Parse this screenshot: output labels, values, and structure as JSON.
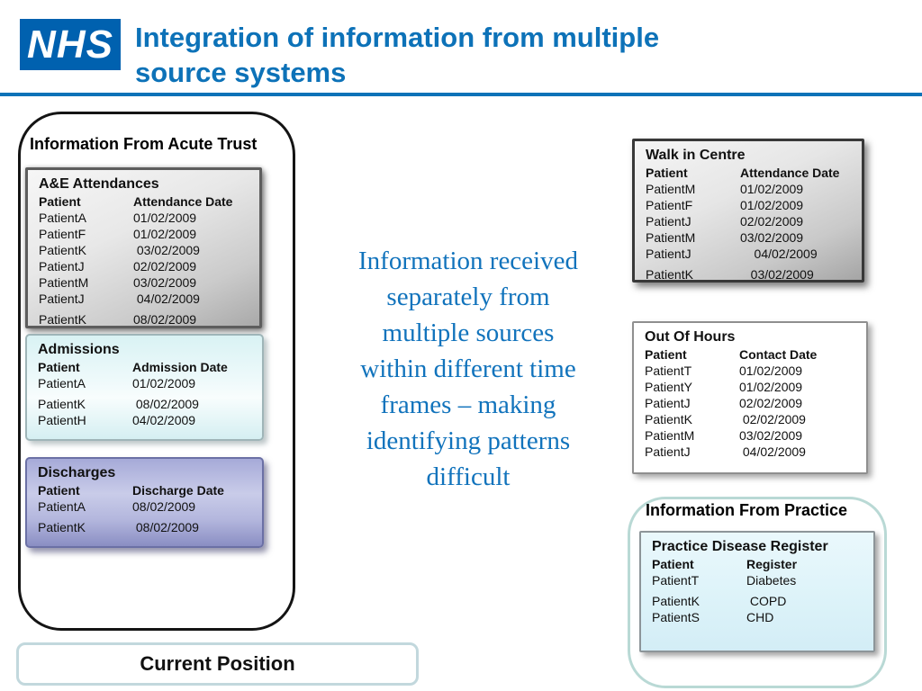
{
  "header": {
    "logo_text": "NHS",
    "title_lines": [
      "Integration of information from multiple",
      "source systems"
    ]
  },
  "acute_trust": {
    "title": "Information From Acute Trust",
    "ae_attendances": {
      "title": "A&E Attendances",
      "columns": [
        "Patient",
        "Attendance Date"
      ],
      "rows": [
        {
          "patient": "PatientA",
          "value": "01/02/2009"
        },
        {
          "patient": "PatientF",
          "value": "01/02/2009"
        },
        {
          "patient": "PatientK",
          "value": " 03/02/2009"
        },
        {
          "patient": "PatientJ",
          "value": "02/02/2009"
        },
        {
          "patient": "PatientM",
          "value": "03/02/2009"
        },
        {
          "patient": "PatientJ",
          "value": " 04/02/2009"
        },
        {
          "patient": "PatientK",
          "value": "08/02/2009",
          "gap": true
        }
      ]
    },
    "admissions": {
      "title": "Admissions",
      "columns": [
        "Patient",
        "Admission Date"
      ],
      "rows": [
        {
          "patient": "PatientA",
          "value": "01/02/2009"
        },
        {
          "patient": "PatientK",
          "value": " 08/02/2009",
          "gap": true
        },
        {
          "patient": "PatientH",
          "value": "04/02/2009"
        }
      ]
    },
    "discharges": {
      "title": "Discharges",
      "columns": [
        "Patient",
        "Discharge Date"
      ],
      "rows": [
        {
          "patient": "PatientA",
          "value": "08/02/2009"
        },
        {
          "patient": "PatientK",
          "value": " 08/02/2009",
          "gap": true
        }
      ]
    }
  },
  "summary": {
    "lines": [
      "Information received",
      "separately from",
      "multiple sources",
      "within different time",
      "frames – making",
      "identifying patterns",
      "difficult"
    ]
  },
  "walk_in_centre": {
    "title": "Walk in Centre",
    "columns": [
      "Patient",
      "Attendance Date"
    ],
    "rows": [
      {
        "patient": "PatientM",
        "value": "01/02/2009"
      },
      {
        "patient": "PatientF",
        "value": "01/02/2009"
      },
      {
        "patient": "PatientJ",
        "value": "02/02/2009"
      },
      {
        "patient": "PatientM",
        "value": "03/02/2009"
      },
      {
        "patient": "PatientJ",
        "value": "    04/02/2009"
      },
      {
        "patient": "PatientK",
        "value": "   03/02/2009",
        "gap": true
      }
    ]
  },
  "out_of_hours": {
    "title": "Out Of Hours",
    "columns": [
      "Patient",
      "Contact Date"
    ],
    "rows": [
      {
        "patient": "PatientT",
        "value": "01/02/2009"
      },
      {
        "patient": "PatientY",
        "value": "01/02/2009"
      },
      {
        "patient": "PatientJ",
        "value": "02/02/2009"
      },
      {
        "patient": "PatientK",
        "value": " 02/02/2009"
      },
      {
        "patient": "PatientM",
        "value": "03/02/2009"
      },
      {
        "patient": "PatientJ",
        "value": " 04/02/2009"
      }
    ]
  },
  "practice": {
    "title": "Information From Practice",
    "register": {
      "title": "Practice Disease Register",
      "columns": [
        "Patient",
        "Register"
      ],
      "rows": [
        {
          "patient": "PatientT",
          "value": "Diabetes"
        },
        {
          "patient": "PatientK",
          "value": " COPD",
          "gap": true
        },
        {
          "patient": "PatientS",
          "value": "CHD"
        }
      ]
    }
  },
  "footer": {
    "label": "Current Position"
  },
  "colors": {
    "nhs_blue": "#0D72B8",
    "logo_blue": "#0061AF",
    "summary_text_blue": "#1173BC"
  }
}
